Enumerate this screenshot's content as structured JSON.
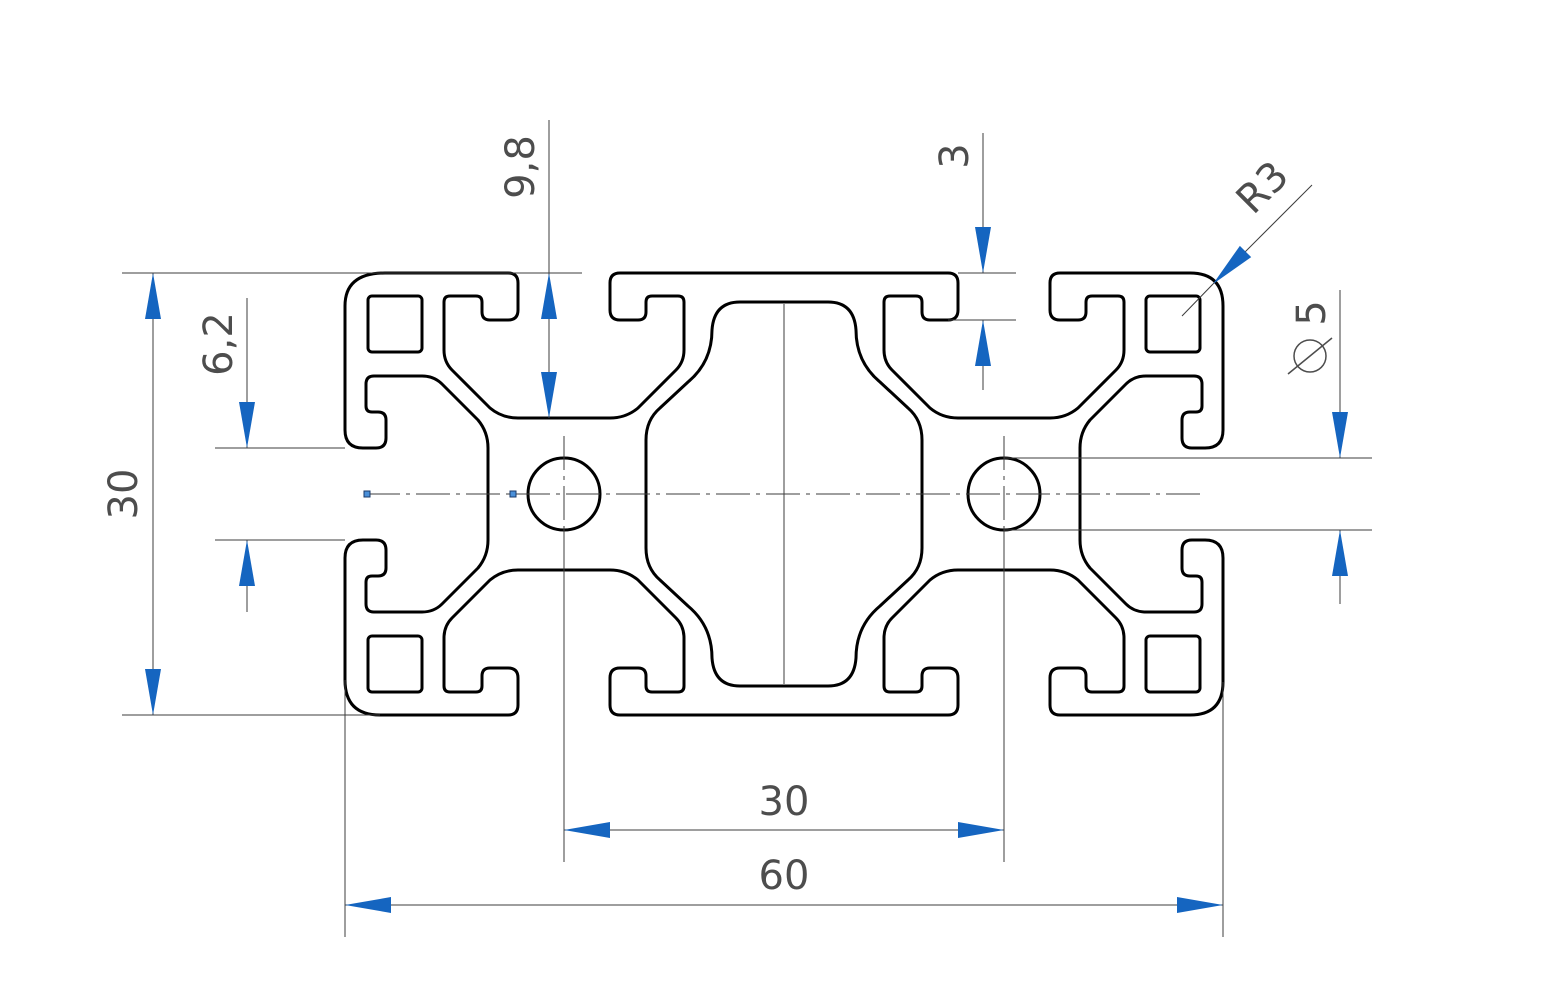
{
  "drawing": {
    "accent_color": "#1565c0",
    "line_color": "#000000",
    "dimensions": {
      "overall_height": "30",
      "slot_width": "6,2",
      "slot_depth": "9,8",
      "wall_thickness": "3",
      "corner_radius": "R3",
      "hole_diameter_symbol": "⌀",
      "hole_diameter": "5",
      "hole_spacing": "30",
      "overall_width": "60"
    }
  }
}
